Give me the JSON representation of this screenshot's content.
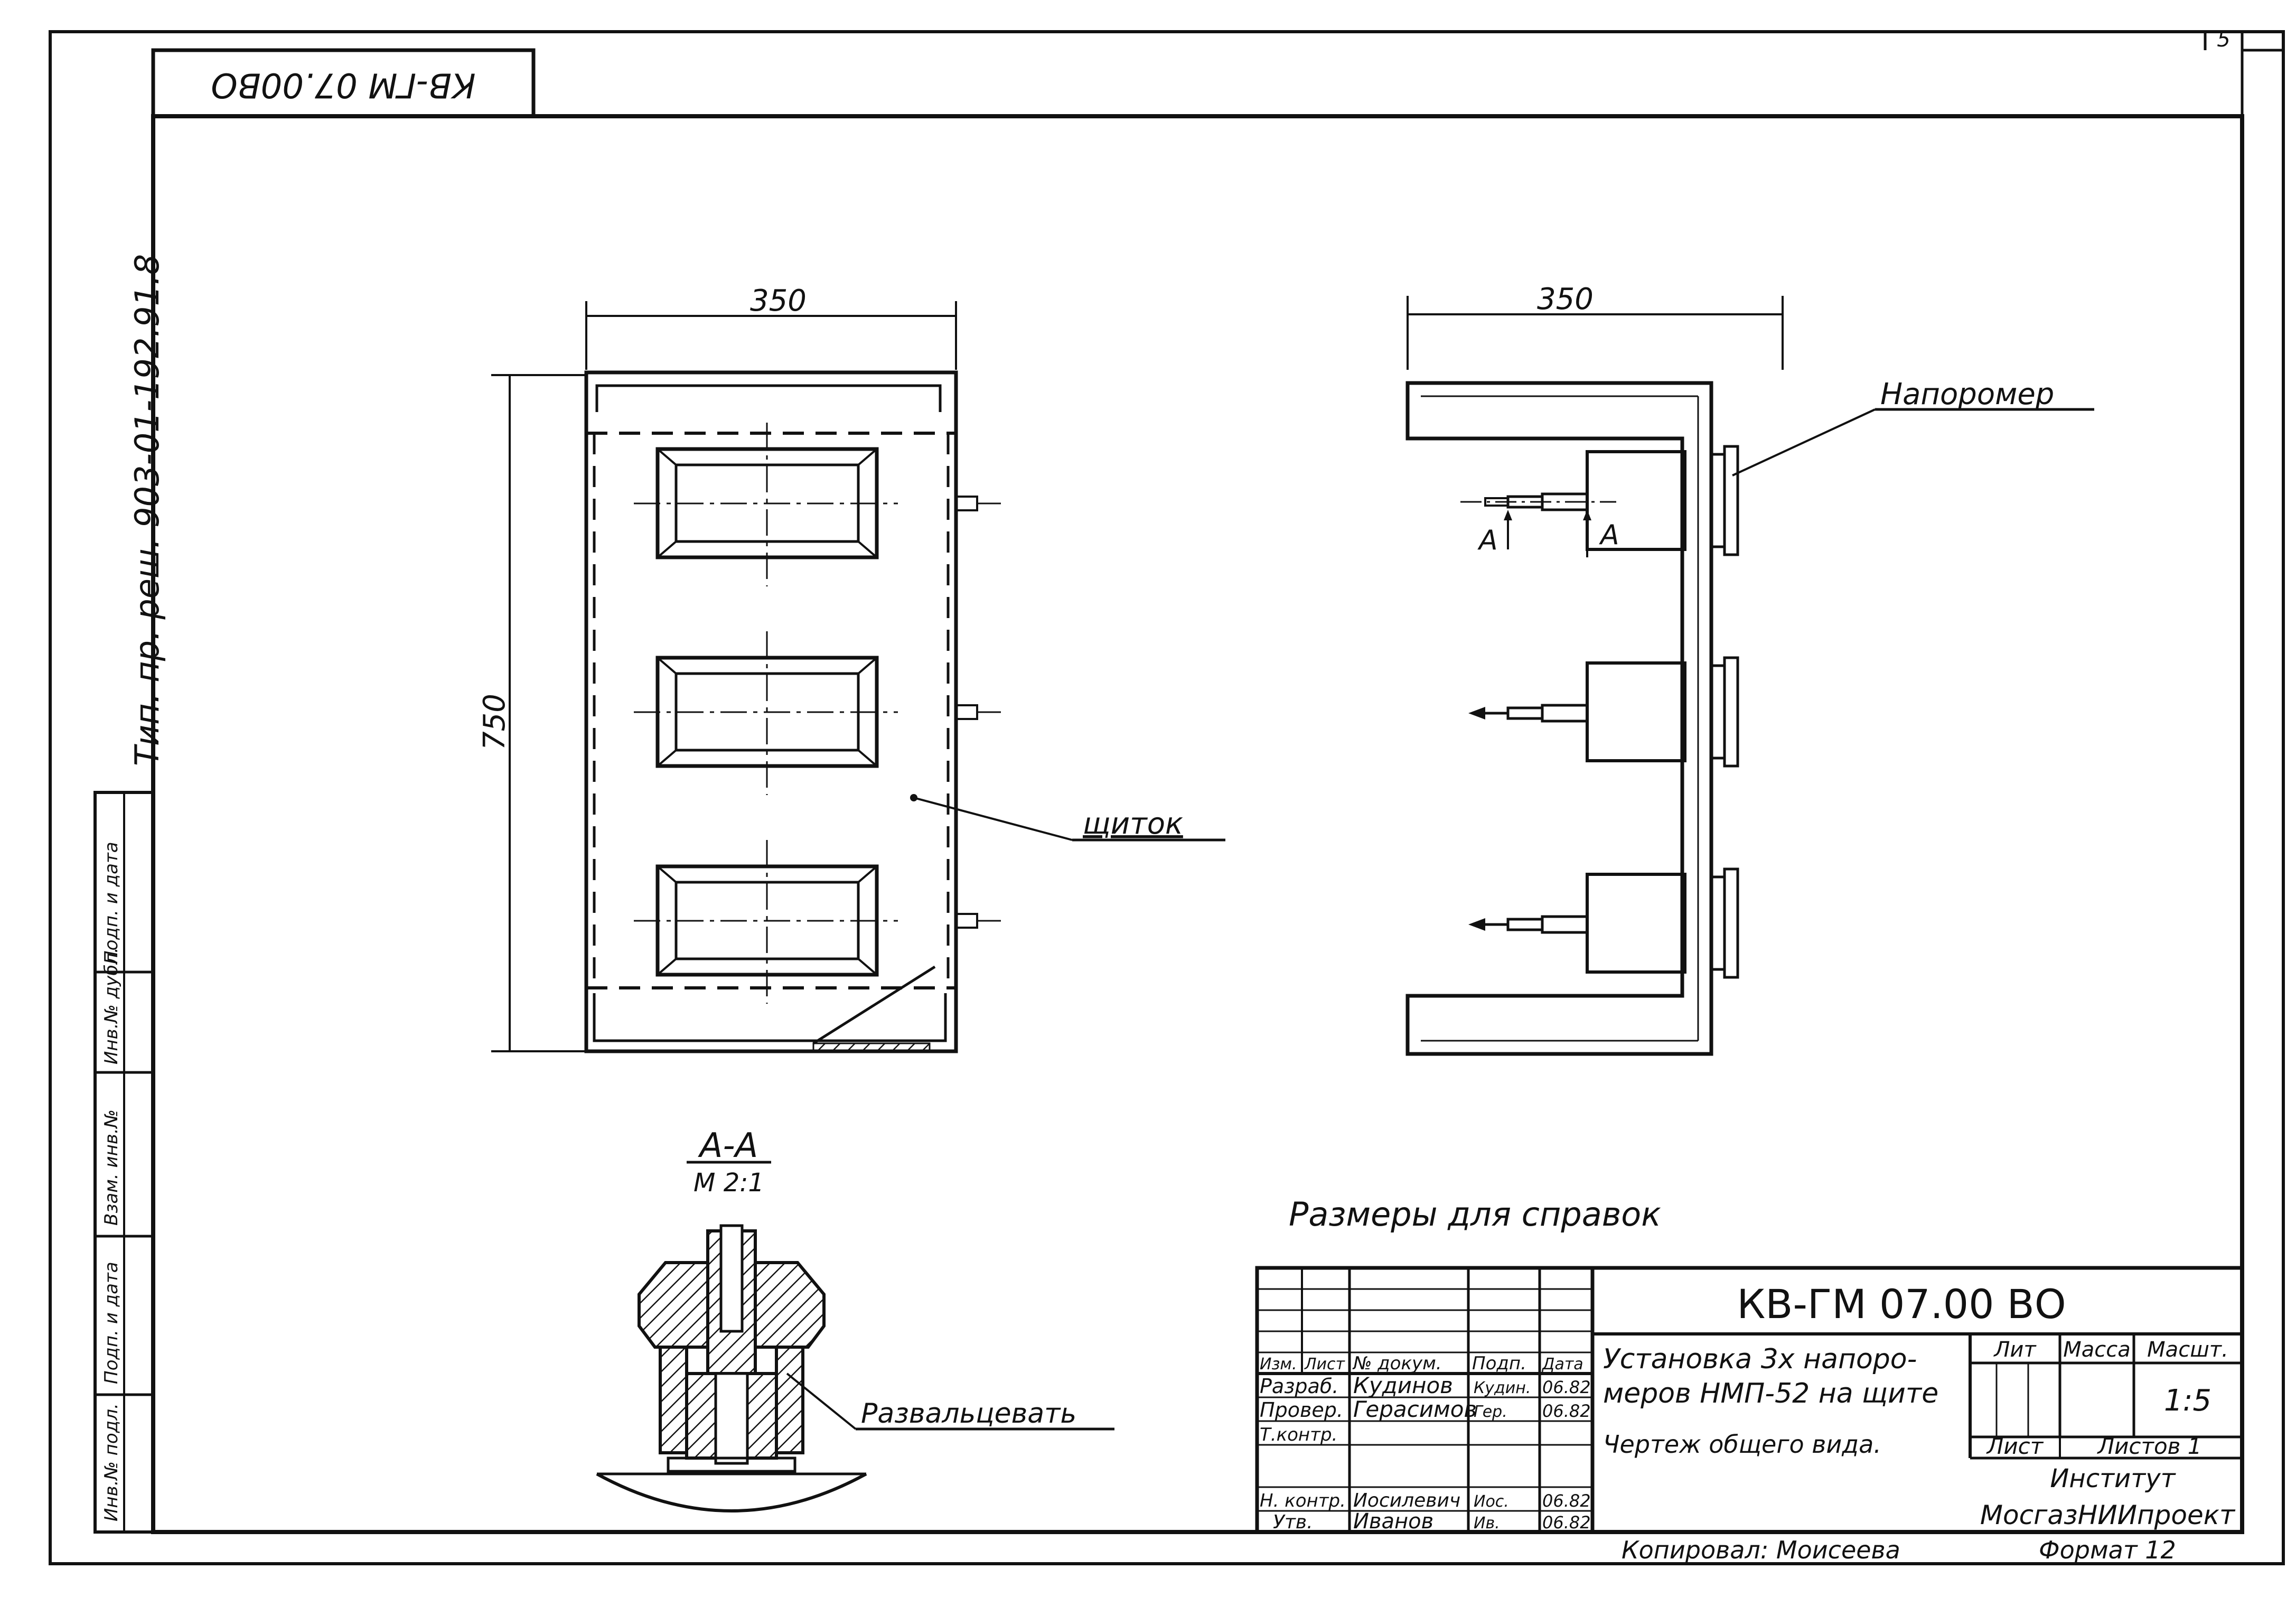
{
  "sheet": {
    "page_number": "5",
    "stamp_code_rotated": "КВ-ГМ 07.00ВО",
    "side_stamp": "Тип. пр. реш. 903-01-192.91.8"
  },
  "side_table": {
    "cols": [
      "Инв.№ подл.",
      "Подп. и дата",
      "Взам. инв.№",
      "Инв.№ дубл.",
      "Подп. и дата"
    ]
  },
  "front_view": {
    "width_dim": "350",
    "height_dim": "750",
    "leader_shield": "щиток"
  },
  "side_view": {
    "width_dim": "350",
    "leader_gauge": "Напоромер",
    "section_mark_left": "А",
    "section_mark_right": "А"
  },
  "section": {
    "title": "А-А",
    "scale": "М 2:1",
    "leader": "Развальцевать"
  },
  "note": "Размеры для справок",
  "title_block": {
    "code": "КВ-ГМ 07.00 ВО",
    "title_line1": "Установка 3х напоро-",
    "title_line2": "меров НМП-52 на щите",
    "subtitle": "Чертеж общего вида.",
    "hdr_lit": "Лит",
    "hdr_mass": "Масса",
    "hdr_scale": "Масшт.",
    "scale_value": "1:5",
    "sheet_label": "Лист",
    "sheets_label": "Листов 1",
    "org_line1": "Институт",
    "org_line2": "МосгазНИИпроект",
    "col_headers": [
      "Изм.",
      "Лист",
      "№ докум.",
      "Подп.",
      "Дата"
    ],
    "rows": [
      {
        "role": "Разраб.",
        "name": "Кудинов",
        "sign": "Кудин.",
        "date": "06.82"
      },
      {
        "role": "Провер.",
        "name": "Герасимов",
        "sign": "Гер.",
        "date": "06.82"
      },
      {
        "role": "Т.контр.",
        "name": "",
        "sign": "",
        "date": ""
      },
      {
        "role": "",
        "name": "",
        "sign": "",
        "date": ""
      },
      {
        "role": "Н. контр.",
        "name": "Иосилевич",
        "sign": "Иос.",
        "date": "06.82"
      },
      {
        "role": "Утв.",
        "name": "Иванов",
        "sign": "Ив.",
        "date": "06.82"
      }
    ],
    "copied_by": "Копировал: Моисеева",
    "format": "Формат 12"
  }
}
